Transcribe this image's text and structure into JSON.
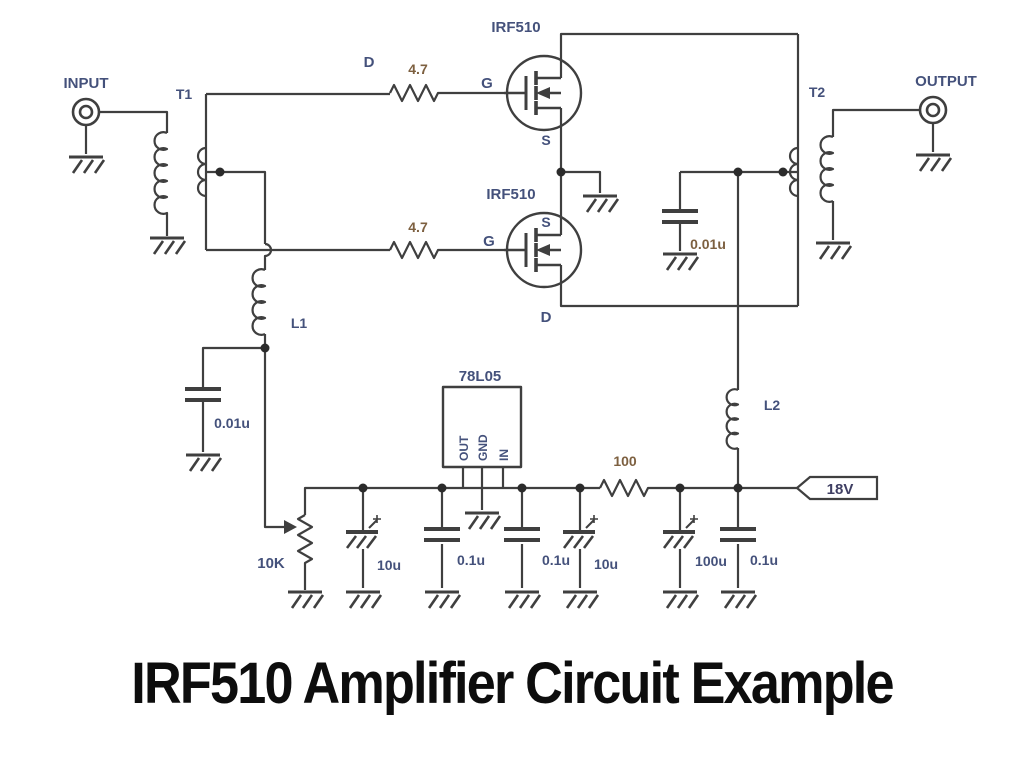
{
  "title": "IRF510 Amplifier Circuit Example",
  "colors": {
    "wire": "#3f3f3f",
    "label_blue": "#44517b",
    "label_brown": "#7d6040",
    "title_text": "#0d0d0d",
    "background": "#ffffff"
  },
  "labels": {
    "input": "INPUT",
    "output": "OUTPUT",
    "t1": "T1",
    "t2": "T2",
    "q1_name": "IRF510",
    "q2_name": "IRF510",
    "q1_drain_tag": "D",
    "q1_gate": "G",
    "q1_source": "S",
    "q2_gate": "G",
    "q2_source": "S",
    "q2_drain": "D",
    "r1_value": "4.7",
    "r2_value": "4.7",
    "r3_value": "100",
    "c_tank_t2": "0.01u",
    "c_tank_t1": "0.01u",
    "l1": "L1",
    "l2": "L2",
    "regulator": "78L05",
    "reg_pin_out": "OUT",
    "reg_pin_gnd": "GND",
    "reg_pin_in": "IN",
    "pot_value": "10K",
    "c1_value": "10u",
    "c2_value": "0.1u",
    "c3_value": "0.1u",
    "c4_value": "10u",
    "c5_value": "100u",
    "c6_value": "0.1u",
    "supply": "18V"
  }
}
